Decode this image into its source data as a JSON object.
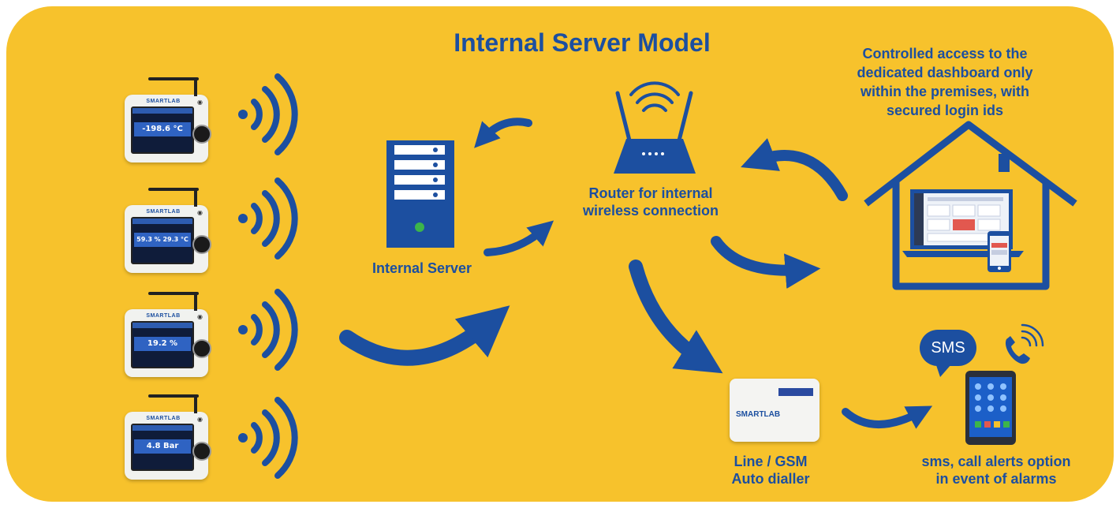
{
  "diagram": {
    "title": "Internal Server Model",
    "labels": {
      "internal_server": "Internal Server",
      "router": [
        "Router for internal",
        "wireless connection"
      ],
      "access": [
        "Controlled access to the",
        "dedicated dashboard only",
        "within the premises, with",
        "secured login ids"
      ],
      "dialler": [
        "Line / GSM",
        "Auto dialler"
      ],
      "alerts": [
        "sms, call alerts option",
        "in event of alarms"
      ],
      "sms_bubble": "SMS"
    },
    "devices": [
      {
        "brand": "SMARTLAB",
        "reading": "-198.6 °C"
      },
      {
        "brand": "SMARTLAB",
        "reading": "59.3 %  29.3 °C"
      },
      {
        "brand": "SMARTLAB",
        "reading": "19.2 %"
      },
      {
        "brand": "SMARTLAB",
        "reading": "4.8 Bar"
      }
    ],
    "dialler_brand": "SMARTLAB",
    "colors": {
      "background": "#f7c22c",
      "primary": "#1c4fa0",
      "server_led": "#3cb54a"
    },
    "icons": [
      "wireless-signal-icon",
      "server-icon",
      "router-icon",
      "house-icon",
      "laptop-icon",
      "phone-icon",
      "sms-icon",
      "call-icon",
      "arrow-icon"
    ]
  }
}
